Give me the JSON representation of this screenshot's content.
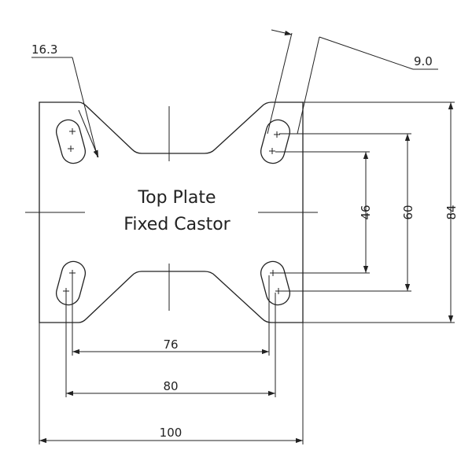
{
  "title": {
    "line1": "Top Plate",
    "line2": "Fixed Castor"
  },
  "dimensions": {
    "slot_width": "16.3",
    "slot_angle_offset": "9.0",
    "inner_hole_spacing_horizontal": "76",
    "outer_hole_spacing_horizontal": "80",
    "plate_width": "100",
    "inner_hole_spacing_vertical": "46",
    "outer_hole_spacing_vertical": "60",
    "plate_height": "84"
  }
}
